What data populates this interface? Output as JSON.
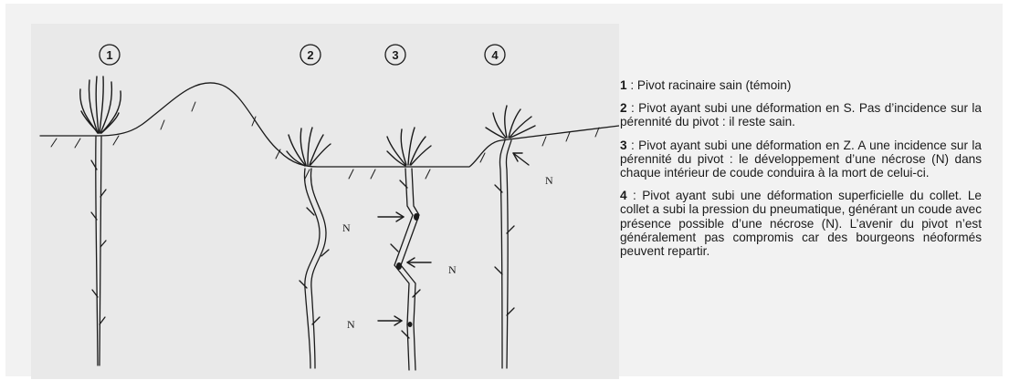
{
  "diagram": {
    "plants": [
      {
        "number": "1"
      },
      {
        "number": "2"
      },
      {
        "number": "3"
      },
      {
        "number": "4"
      }
    ],
    "necrosis_marker": "N"
  },
  "legend": {
    "items": [
      {
        "num": "1",
        "sep": " : ",
        "text": "Pivot racinaire sain (témoin)"
      },
      {
        "num": "2",
        "sep": " : ",
        "text": "Pivot ayant subi une déformation en S. Pas d’incidence sur la pérennité du pivot : il reste sain."
      },
      {
        "num": "3",
        "sep": " : ",
        "text": "Pivot ayant subi une déformation en Z. A une incidence sur la pérennité du pivot : le développement d’une nécrose (N) dans chaque intérieur de coude conduira à la mort de celui-ci."
      },
      {
        "num": "4",
        "sep": " : ",
        "text": "Pivot ayant subi une déformation superficielle du collet. Le collet a subi la pression du pneumatique, générant un coude avec présence possible d’une nécrose (N). L’avenir du pivot n’est généralement pas compromis car des bourgeons néoformés peuvent repartir."
      }
    ]
  }
}
